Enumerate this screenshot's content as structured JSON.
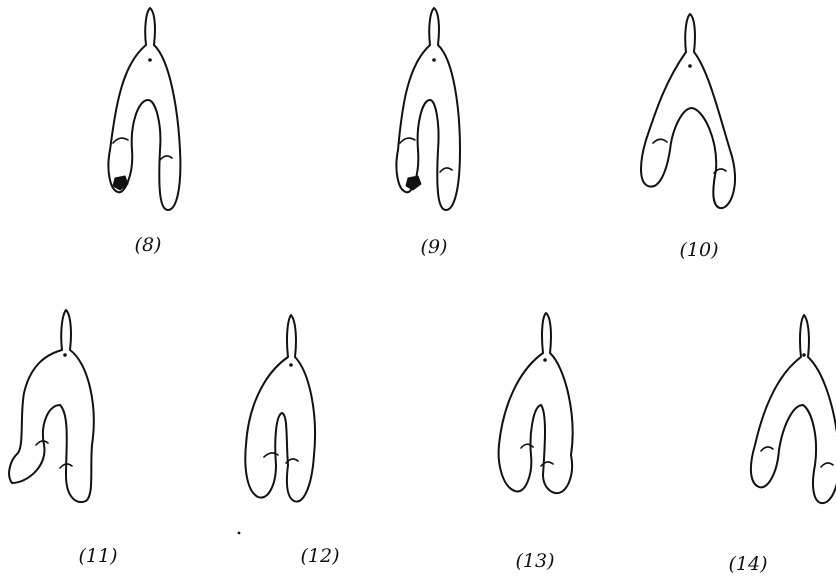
{
  "figures": [
    {
      "label": "(8)"
    },
    {
      "label": "(9)"
    },
    {
      "label": "(10)"
    },
    {
      "label": "(11)"
    },
    {
      "label": "(12)"
    },
    {
      "label": "(13)"
    },
    {
      "label": "(14)"
    }
  ]
}
